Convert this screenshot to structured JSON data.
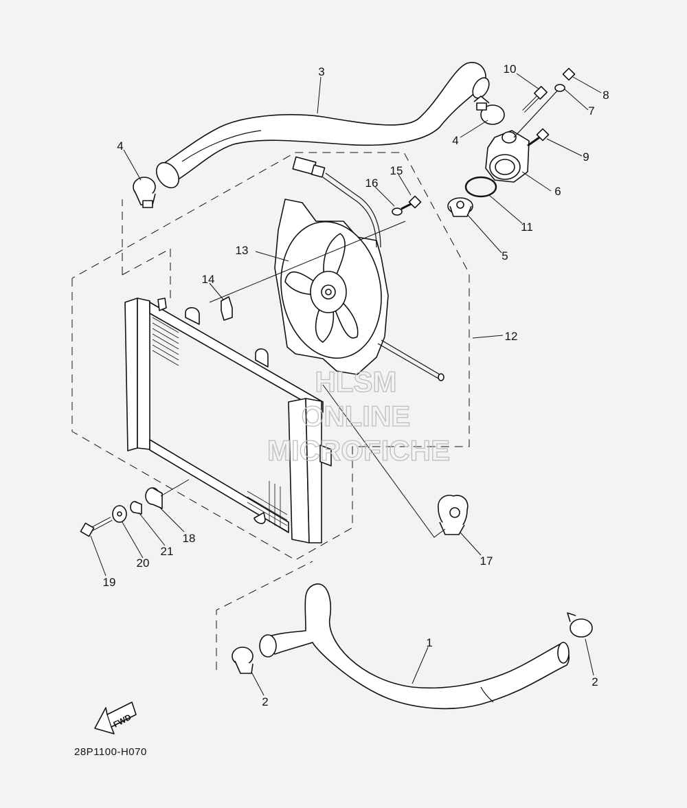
{
  "diagram_code": "28P1100-H070",
  "fwd_label": "FWD",
  "watermark": [
    "HLSM",
    "ONLINE",
    "MICROFICHE"
  ],
  "callouts": [
    {
      "id": "c1",
      "label": "1"
    },
    {
      "id": "c2a",
      "label": "2"
    },
    {
      "id": "c2b",
      "label": "2"
    },
    {
      "id": "c3",
      "label": "3"
    },
    {
      "id": "c4a",
      "label": "4"
    },
    {
      "id": "c4b",
      "label": "4"
    },
    {
      "id": "c5",
      "label": "5"
    },
    {
      "id": "c6",
      "label": "6"
    },
    {
      "id": "c7",
      "label": "7"
    },
    {
      "id": "c8",
      "label": "8"
    },
    {
      "id": "c9",
      "label": "9"
    },
    {
      "id": "c10",
      "label": "10"
    },
    {
      "id": "c11",
      "label": "11"
    },
    {
      "id": "c12",
      "label": "12"
    },
    {
      "id": "c13",
      "label": "13"
    },
    {
      "id": "c14",
      "label": "14"
    },
    {
      "id": "c15",
      "label": "15"
    },
    {
      "id": "c16",
      "label": "16"
    },
    {
      "id": "c17",
      "label": "17"
    },
    {
      "id": "c18",
      "label": "18"
    },
    {
      "id": "c19",
      "label": "19"
    },
    {
      "id": "c20",
      "label": "20"
    },
    {
      "id": "c21",
      "label": "21"
    }
  ]
}
